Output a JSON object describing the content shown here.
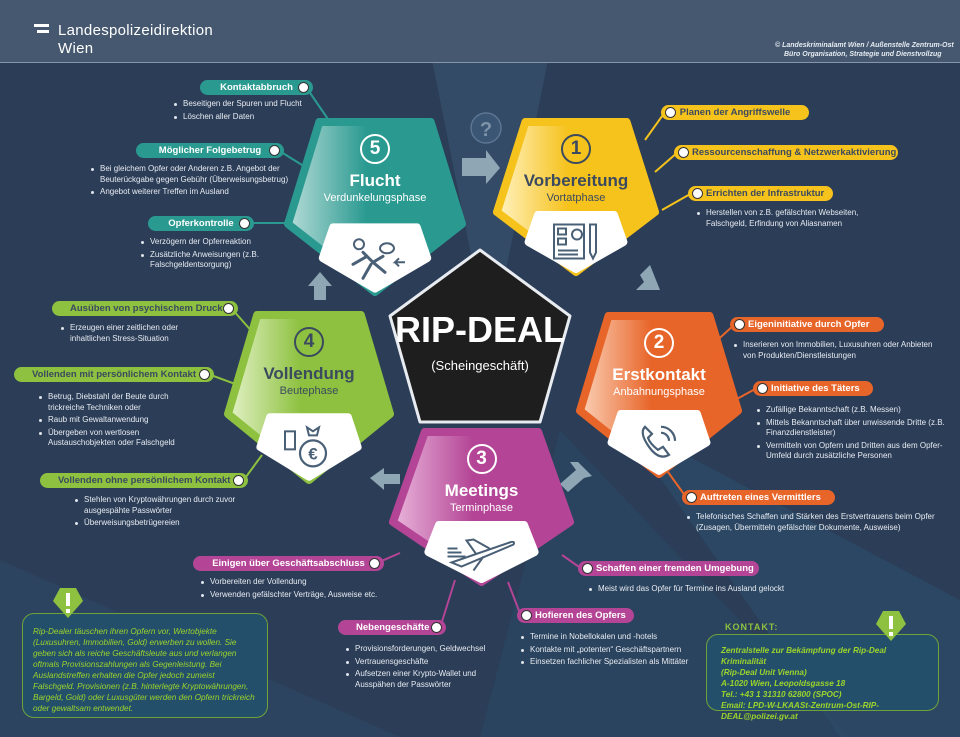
{
  "header": {
    "org_line1": "Landespolizeidirektion",
    "org_line2": "Wien",
    "copyright_line1": "Landeskriminalamt Wien / Außenstelle Zentrum-Ost",
    "copyright_line2": "Büro Organisation, Strategie und Dienstvollzug"
  },
  "center": {
    "title": "RIP-DEAL",
    "subtitle": "(Scheingeschäft)",
    "question_mark": "?"
  },
  "colors": {
    "phase1": "#f6c21c",
    "phase2": "#e8652a",
    "phase3": "#b44596",
    "phase4": "#8dc13f",
    "phase5": "#2a9a91",
    "background": "#2b3d57",
    "center": "#1e1e1e"
  },
  "phases": [
    {
      "number": "1",
      "title": "Vorbereitung",
      "subtitle": "Vortatphase",
      "icon": "plan-document-icon",
      "steps": [
        {
          "label": "Planen der Angriffswelle",
          "bullets": []
        },
        {
          "label": "Ressourcenschaffung & Netzwerkaktivierung",
          "bullets": []
        },
        {
          "label": "Errichten der Infrastruktur",
          "bullets": [
            "Herstellen von z.B. gefälschten Webseiten, Falschgeld, Erfindung von Aliasnamen"
          ]
        }
      ]
    },
    {
      "number": "2",
      "title": "Erstkontakt",
      "subtitle": "Anbahnungsphase",
      "icon": "phone-icon",
      "steps": [
        {
          "label": "Eigeninitiative durch Opfer",
          "bullets": [
            "Inserieren von Immobilien, Luxusuhren oder Anbieten von Produkten/Dienstleistungen"
          ]
        },
        {
          "label": "Initiative des Täters",
          "bullets": [
            "Zufällige Bekanntschaft (z.B. Messen)",
            "Mittels Bekanntschaft über unwissende Dritte (z.B. Finanzdienstleister)",
            "Vermitteln von Opfern und Dritten aus dem Opfer-Umfeld durch zusätzliche Personen"
          ]
        },
        {
          "label": "Auftreten eines Vermittlers",
          "bullets": [
            "Telefonisches Schaffen und Stärken des Erstvertrauens beim Opfer (Zusagen, Übermitteln gefälschter Dokumente, Ausweise)"
          ]
        }
      ]
    },
    {
      "number": "3",
      "title": "Meetings",
      "subtitle": "Terminphase",
      "icon": "airplane-icon",
      "steps": [
        {
          "label": "Einigen über Geschäftsabschluss",
          "bullets": [
            "Vorbereiten der Vollendung",
            "Verwenden gefälschter Verträge, Ausweise etc."
          ]
        },
        {
          "label": "Schaffen einer fremden Umgebung",
          "bullets": [
            "Meist wird das Opfer für Termine ins Ausland gelockt"
          ]
        },
        {
          "label": "Nebengeschäfte",
          "bullets": [
            "Provisionsforderungen, Geldwechsel",
            "Vertrauensgeschäfte",
            "Aufsetzen einer Krypto-Wallet und Ausspähen der Passwörter"
          ]
        },
        {
          "label": "Hofieren des Opfers",
          "bullets": [
            "Termine in Nobellokalen und -hotels",
            "Kontakte mit „potenten“ Geschäftspartnern",
            "Einsetzen fachlicher Spezialisten als Mittäter"
          ]
        }
      ]
    },
    {
      "number": "4",
      "title": "Vollendung",
      "subtitle": "Beutephase",
      "icon": "money-bag-euro-icon",
      "steps": [
        {
          "label": "Ausüben von psychischem Druck",
          "bullets": [
            "Erzeugen einer zeitlichen oder inhaltlichen Stress-Situation"
          ]
        },
        {
          "label": "Vollenden mit persönlichem Kontakt",
          "bullets": [
            "Betrug, Diebstahl der Beute durch trickreiche Techniken oder",
            "Raub mit Gewaltanwendung",
            "Übergeben von wertlosen Austauschobjekten oder Falschgeld"
          ]
        },
        {
          "label": "Vollenden ohne persönlichem Kontakt",
          "bullets": [
            "Stehlen von Kryptowährungen durch zuvor ausgespähte Passwörter",
            "Überweisungsbetrügereien"
          ]
        }
      ]
    },
    {
      "number": "5",
      "title": "Flucht",
      "subtitle": "Verdunkelungsphase",
      "icon": "running-thief-icon",
      "steps": [
        {
          "label": "Kontaktabbruch",
          "bullets": [
            "Beseitigen der Spuren und Flucht",
            "Löschen aller Daten"
          ]
        },
        {
          "label": "Möglicher Folgebetrug",
          "bullets": [
            "Bei gleichem Opfer oder Anderen z.B. Angebot der Beuterückgabe gegen Gebühr (Überweisungsbetrug)",
            "Angebot weiterer Treffen im Ausland"
          ]
        },
        {
          "label": "Opferkontrolle",
          "bullets": [
            "Verzögern der Opferreaktion",
            "Zusätzliche Anweisungen (z.B. Falschgeldentsorgung)"
          ]
        }
      ]
    }
  ],
  "info_note": {
    "icon": "exclamation-icon",
    "text": "Rip-Dealer täuschen ihren Opfern vor, Wertobjekte (Luxusuhren, Immobilien, Gold) erwerben zu wollen. Sie geben sich als reiche Geschäftsleute aus und verlangen oftmals Provisionszahlungen als Gegenleistung. Bei Auslandstreffen erhalten die Opfer jedoch zumeist Falschgeld. Provisionen (z.B. hinterlegte Kryptowährungen, Bargeld, Gold) oder Luxusgüter werden den Opfern trickreich oder gewaltsam entwendet."
  },
  "contact": {
    "heading": "KONTAKT:",
    "icon": "exclamation-icon",
    "lines": [
      "Zentralstelle zur Bekämpfung der Rip-Deal Kriminalität",
      "(Rip-Deal Unit Vienna)",
      "A-1020 Wien, Leopoldsgasse 18",
      "Tel.: +43 1 31310 62800 (SPOC)",
      "Email: LPD-W-LKAASt-Zentrum-Ost-RIP-DEAL@polizei.gv.at"
    ]
  }
}
